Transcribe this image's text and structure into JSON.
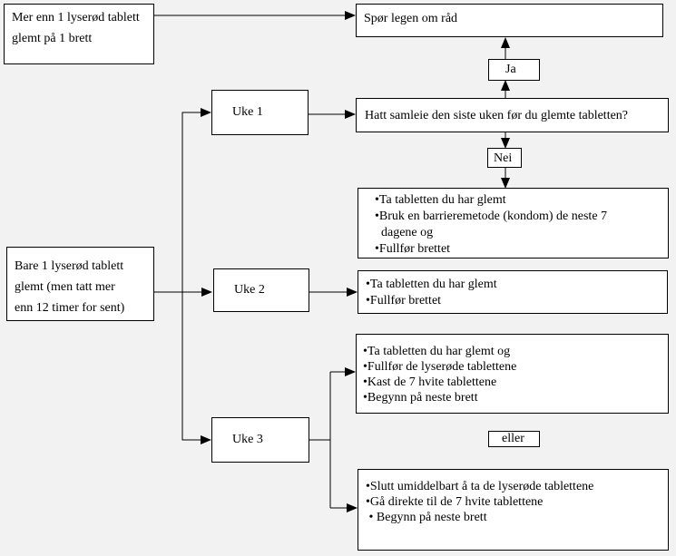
{
  "boxes": {
    "more_than_one": {
      "lines": [
        "Mer enn 1 lyserød tablett",
        "glemt på 1 brett"
      ]
    },
    "ask_doctor": {
      "text": "Spør legen om råd"
    },
    "ja": {
      "text": "Ja"
    },
    "week1": {
      "text": "Uke 1"
    },
    "question": {
      "text": "Hatt samleie den siste uken før du glemte tabletten?"
    },
    "nei": {
      "text": "Nei"
    },
    "week1_actions": {
      "lines": [
        "•Ta tabletten du har glemt",
        "•Bruk en barrieremetode (kondom) de neste 7",
        "dagene og",
        "•Fullfør brettet"
      ]
    },
    "only_one": {
      "lines": [
        "Bare 1 lyserød tablett",
        "glemt (men tatt mer",
        "enn 12 timer for sent)"
      ]
    },
    "week2": {
      "text": "Uke 2"
    },
    "week2_actions": {
      "lines": [
        "•Ta tabletten du har glemt",
        "•Fullfør brettet"
      ]
    },
    "week3_option_a": {
      "lines": [
        "•Ta tabletten du har glemt og",
        "•Fullfør de lyserøde tablettene",
        "•Kast de 7 hvite tablettene",
        "•Begynn på neste brett"
      ]
    },
    "eller": {
      "text": "eller"
    },
    "week3": {
      "text": "Uke 3"
    },
    "week3_option_b": {
      "lines": [
        "•Slutt umiddelbart å ta de lyserøde tablettene",
        "•Gå direkte til de 7 hvite tablettene",
        " • Begynn på neste brett"
      ]
    }
  }
}
